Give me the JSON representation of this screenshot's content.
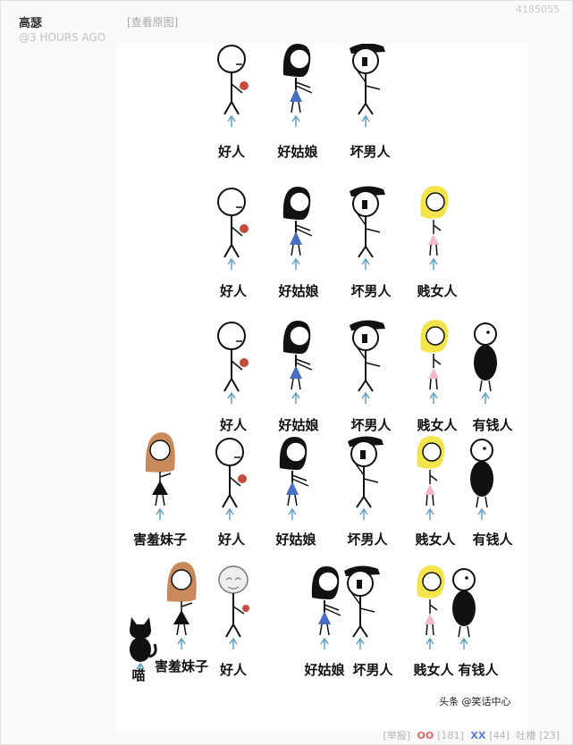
{
  "post": {
    "author": "高瑟",
    "time": "@3 HOURS AGO",
    "view_original": "[查看原图]",
    "post_id": "4185055"
  },
  "comic": {
    "watermark": "头条 @笑话中心",
    "rows": [
      [
        "好人",
        "好姑娘",
        "坏男人"
      ],
      [
        "好人",
        "好姑娘",
        "坏男人",
        "贱女人"
      ],
      [
        "好人",
        "好姑娘",
        "坏男人",
        "贱女人",
        "有钱人"
      ],
      [
        "害羞妹子",
        "好人",
        "好姑娘",
        "坏男人",
        "贱女人",
        "有钱人"
      ],
      [
        "喵",
        "害羞妹子",
        "好人",
        "好姑娘",
        "坏男人",
        "贱女人",
        "有钱人"
      ]
    ]
  },
  "footer": {
    "report": "[举报]",
    "oo_label": "OO",
    "oo_count": "[181]",
    "xx_label": "XX",
    "xx_count": "[44]",
    "comment_label": "吐槽",
    "comment_count": "[23]"
  }
}
